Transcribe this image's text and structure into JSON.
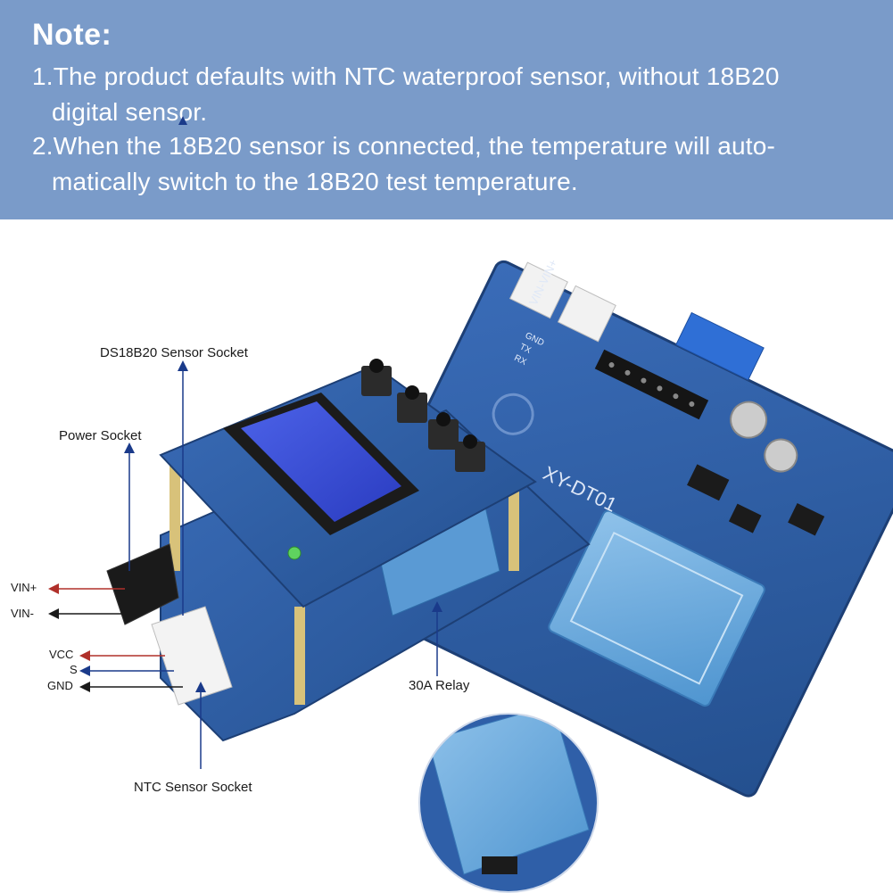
{
  "note": {
    "title": "Note:",
    "line1": "1.The product defaults with NTC waterproof sensor, without 18B20",
    "line1_cont": "digital sensor.",
    "line2": "2.When the 18B20 sensor is connected, the temperature will auto-",
    "line2_cont": "matically switch to the 18B20 test temperature."
  },
  "labels": {
    "ds18b20_socket": "DS18B20 Sensor Socket",
    "power_socket": "Power Socket",
    "vin_plus": "VIN+",
    "vin_minus": "VIN-",
    "vcc": "VCC",
    "s": "S",
    "gnd": "GND",
    "relay": "30A Relay",
    "ntc_socket": "NTC Sensor Socket"
  },
  "board": {
    "model": "XY-DT01",
    "header_pins": [
      "GND",
      "TX",
      "RX"
    ],
    "power_text": "VIN-VIN+"
  },
  "colors": {
    "banner": "#7a9bc9",
    "pcb": "#2f5fa8",
    "arrow": "#1a3a8a",
    "red_wire": "#b0302a"
  }
}
